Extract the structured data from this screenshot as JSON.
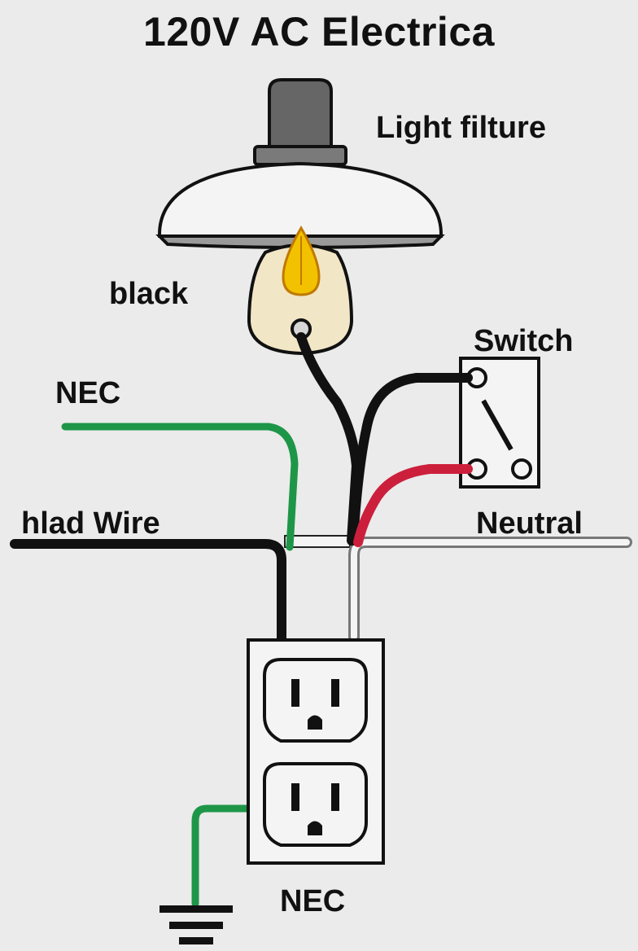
{
  "title": "120V AC Electrica",
  "labels": {
    "light_fixture": "Light filture",
    "black": "black",
    "switch": "Switch",
    "nec_top": "NEC",
    "hot_wire": "hlad Wire",
    "neutral": "Neutral",
    "nec_bottom": "NEC"
  },
  "colors": {
    "background": "#ebebeb",
    "hot_wire": "#111111",
    "ground_wire": "#1e9648",
    "switch_leg": "#cc1f3c",
    "neutral_wire": "#f4f4f4",
    "bulb_glass": "#f1e6c6",
    "flame": "#f2c200"
  },
  "components": {
    "fixture": "light-fixture",
    "switch": "single-pole-switch",
    "receptacle": "duplex-receptacle",
    "ground": "ground-symbol"
  }
}
